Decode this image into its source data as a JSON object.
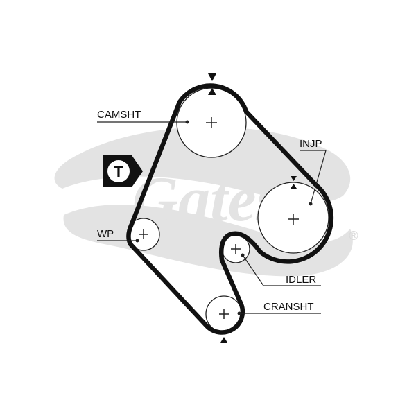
{
  "colors": {
    "belt": "#111111",
    "watermark": "#e3e3e3",
    "line": "#222222",
    "background": "#ffffff",
    "tensioner_badge": "#111111",
    "tensioner_text": "#ffffff"
  },
  "watermark": {
    "brand": "Gates",
    "registered_mark": "®"
  },
  "tensioner_badge": {
    "letter": "T",
    "icon": "tensioner-badge-icon"
  },
  "labels": {
    "camshaft": "CAMSHT",
    "injection_pump": "INJP",
    "water_pump": "WP",
    "idler": "IDLER",
    "crankshaft": "CRANSHT"
  },
  "timing_marks": {
    "camshaft_top": "timing-arrow-icon",
    "injection_pump_top": "timing-arrow-icon",
    "crankshaft_bottom": "timing-arrow-icon"
  }
}
